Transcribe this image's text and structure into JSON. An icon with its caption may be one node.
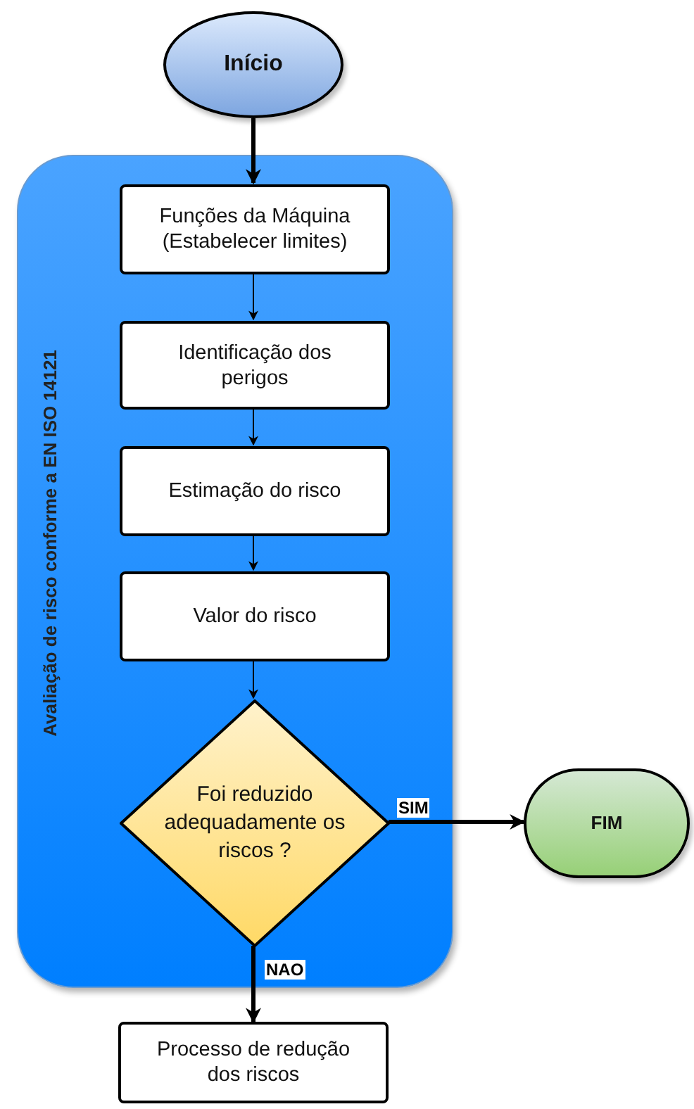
{
  "diagram": {
    "nodes": [
      {
        "text": [
          "Início"
        ]
      },
      {
        "text": [
          "Avaliação de risco conforme a EN ISO 14121"
        ]
      },
      {
        "text": [
          "Funções da Máquina (Estabelecer limites)"
        ],
        "in": 1
      },
      {
        "text": [
          "Identificação dos perigos"
        ],
        "in": 1
      },
      {
        "text": [
          "Estimação do risco"
        ],
        "in": 1
      },
      {
        "text": [
          "Valor do risco"
        ],
        "in": 1
      },
      {
        "text": [
          "Foi reduzido adequadamente os riscos ?"
        ],
        "in": 1
      },
      {
        "text": [
          "FIM"
        ]
      },
      {
        "text": [
          "Processo de redução dos riscos"
        ]
      }
    ],
    "edges": [
      {
        "from": 0,
        "to": 2,
        "arrow": "to",
        "style": "thick"
      },
      {
        "from": 2,
        "to": 3,
        "arrow": "to"
      },
      {
        "from": 3,
        "to": 4,
        "arrow": "to"
      },
      {
        "from": 4,
        "to": 5,
        "arrow": "to"
      },
      {
        "from": 5,
        "to": 6,
        "arrow": "to"
      },
      {
        "from": 6,
        "to": 7,
        "arrow": "to",
        "label": "SIM",
        "style": "thick"
      },
      {
        "from": 6,
        "to": 8,
        "arrow": "to",
        "label": "NAO",
        "style": "thick"
      }
    ]
  }
}
